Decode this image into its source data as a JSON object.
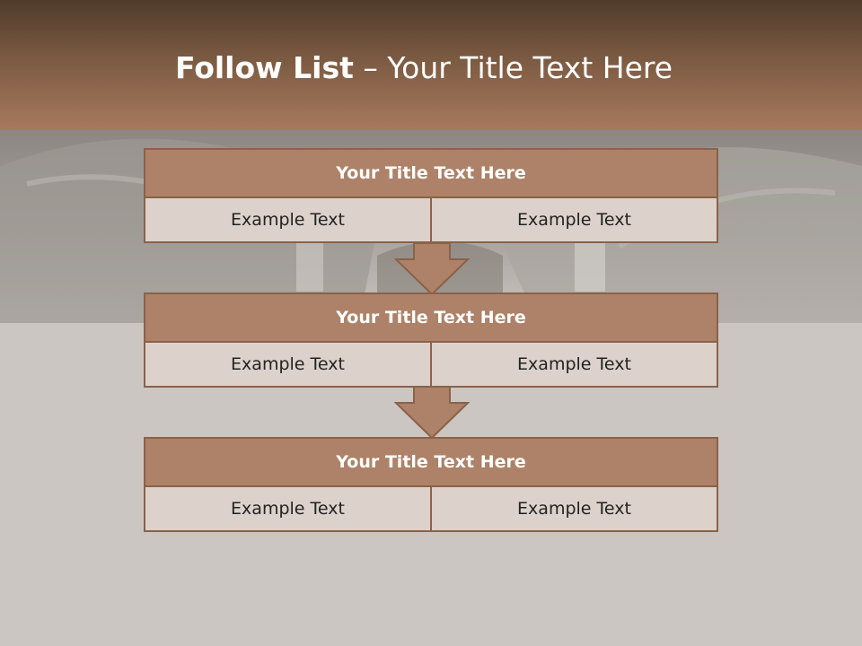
{
  "slide": {
    "title_strong": "Follow List",
    "title_rest": " – Your Title Text Here"
  },
  "blocks": [
    {
      "title": "Your Title Text Here",
      "left": "Example Text",
      "right": "Example Text"
    },
    {
      "title": "Your Title Text Here",
      "left": "Example Text",
      "right": "Example Text"
    },
    {
      "title": "Your Title Text Here",
      "left": "Example Text",
      "right": "Example Text"
    }
  ],
  "colors": {
    "header_dark": "#4f3b2b",
    "header_light": "#a7795d",
    "block_fill": "#ad8268",
    "block_border": "#8a6248",
    "cell_fill": "#dcd2cb"
  }
}
